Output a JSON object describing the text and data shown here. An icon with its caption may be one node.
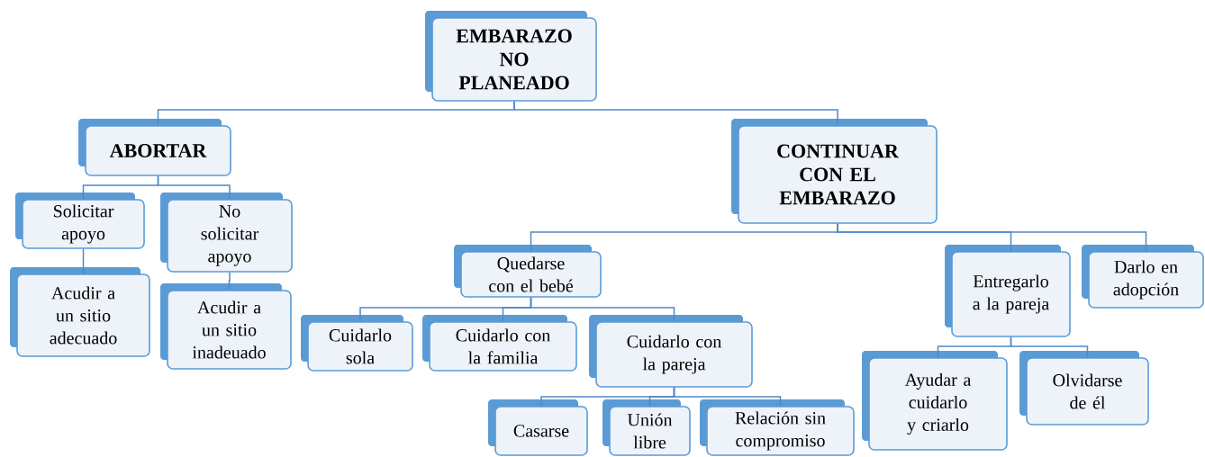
{
  "diagram": {
    "nodes": [
      {
        "text": [
          "EMBARAZO NO PLANEADO"
        ]
      },
      {
        "text": [
          "ABORTAR"
        ]
      },
      {
        "text": [
          "CONTINUAR CON EL EMBARAZO"
        ]
      },
      {
        "text": [
          "Solicitar apoyo"
        ]
      },
      {
        "text": [
          "No solicitar apoyo"
        ]
      },
      {
        "text": [
          "Acudir a un sitio adecuado"
        ]
      },
      {
        "text": [
          "Acudir a un sitio inadeuado"
        ]
      },
      {
        "text": [
          "Quedarse con el bebé"
        ]
      },
      {
        "text": [
          "Entregarlo a la pareja"
        ]
      },
      {
        "text": [
          "Darlo en adopción"
        ]
      },
      {
        "text": [
          "Cuidarlo sola"
        ]
      },
      {
        "text": [
          "Cuidarlo con la familia"
        ]
      },
      {
        "text": [
          "Cuidarlo con la pareja"
        ]
      },
      {
        "text": [
          "Ayudar a cuidarlo y criarlo"
        ]
      },
      {
        "text": [
          "Olvidarse de él"
        ]
      },
      {
        "text": [
          "Casarse"
        ]
      },
      {
        "text": [
          "Unión libre"
        ]
      },
      {
        "text": [
          "Relación sin compromiso"
        ]
      }
    ],
    "edges": [
      {
        "from": 0,
        "to": 1,
        "arrow": "none"
      },
      {
        "from": 0,
        "to": 2,
        "arrow": "none"
      },
      {
        "from": 1,
        "to": 3,
        "arrow": "none"
      },
      {
        "from": 1,
        "to": 4,
        "arrow": "none"
      },
      {
        "from": 3,
        "to": 5,
        "arrow": "none"
      },
      {
        "from": 4,
        "to": 6,
        "arrow": "none"
      },
      {
        "from": 2,
        "to": 7,
        "arrow": "none"
      },
      {
        "from": 2,
        "to": 8,
        "arrow": "none"
      },
      {
        "from": 2,
        "to": 9,
        "arrow": "none"
      },
      {
        "from": 7,
        "to": 10,
        "arrow": "none"
      },
      {
        "from": 7,
        "to": 11,
        "arrow": "none"
      },
      {
        "from": 7,
        "to": 12,
        "arrow": "none"
      },
      {
        "from": 8,
        "to": 13,
        "arrow": "none"
      },
      {
        "from": 8,
        "to": 14,
        "arrow": "none"
      },
      {
        "from": 12,
        "to": 15,
        "arrow": "none"
      },
      {
        "from": 12,
        "to": 16,
        "arrow": "none"
      },
      {
        "from": 12,
        "to": 17,
        "arrow": "none"
      }
    ]
  }
}
